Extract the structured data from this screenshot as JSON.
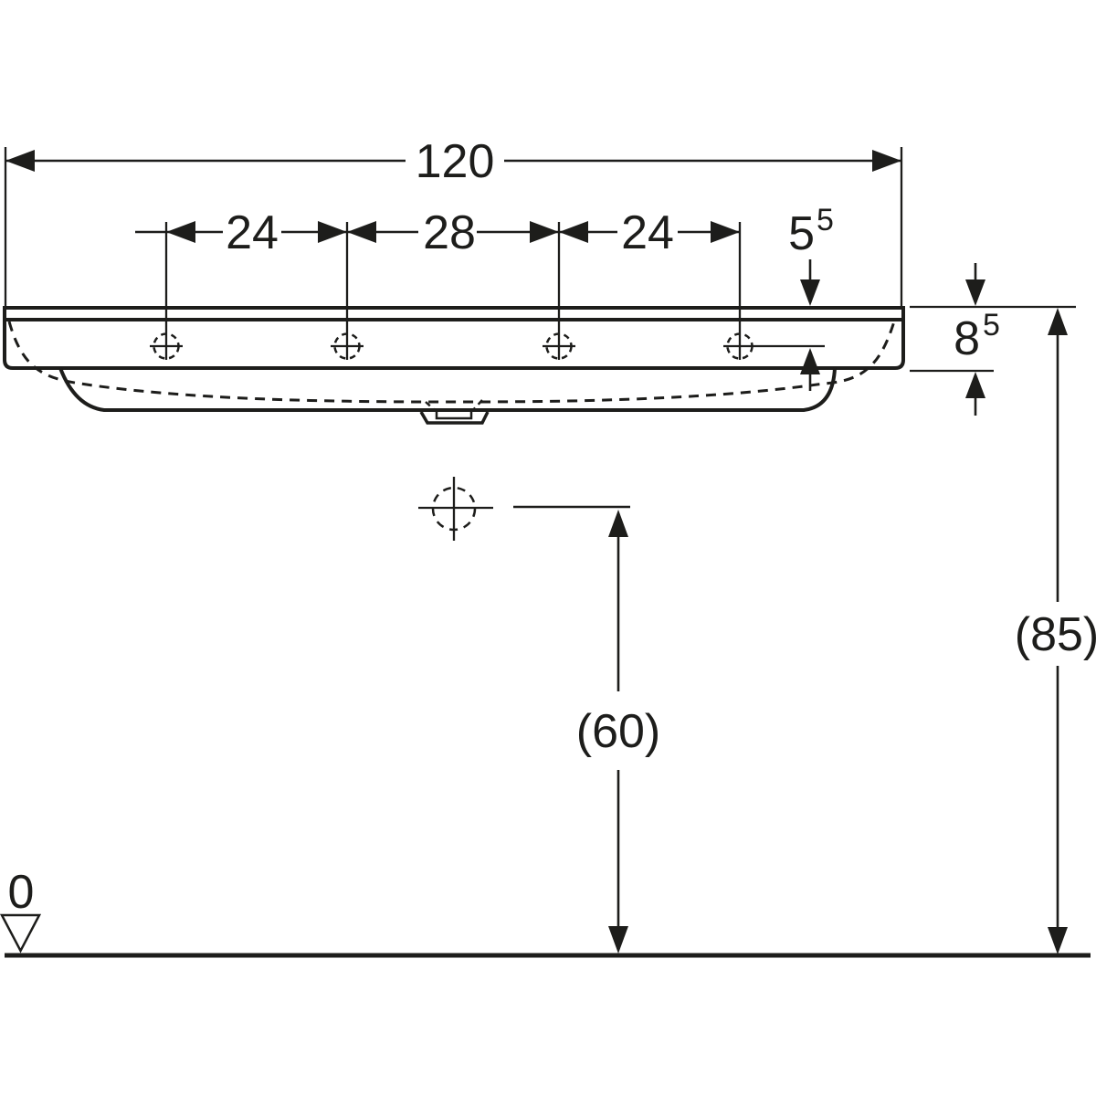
{
  "drawing": {
    "labels": {
      "overall_width": "120",
      "span_left": "24",
      "span_center": "28",
      "span_right": "24",
      "tap_offset_main": "5",
      "tap_offset_sup": "5",
      "apron_height_main": "8",
      "apron_height_sup": "5",
      "drain_height": "(60)",
      "overall_height": "(85)",
      "datum_zero": "0"
    },
    "colors": {
      "line": "#1d1d1b",
      "background": "#ffffff"
    }
  }
}
